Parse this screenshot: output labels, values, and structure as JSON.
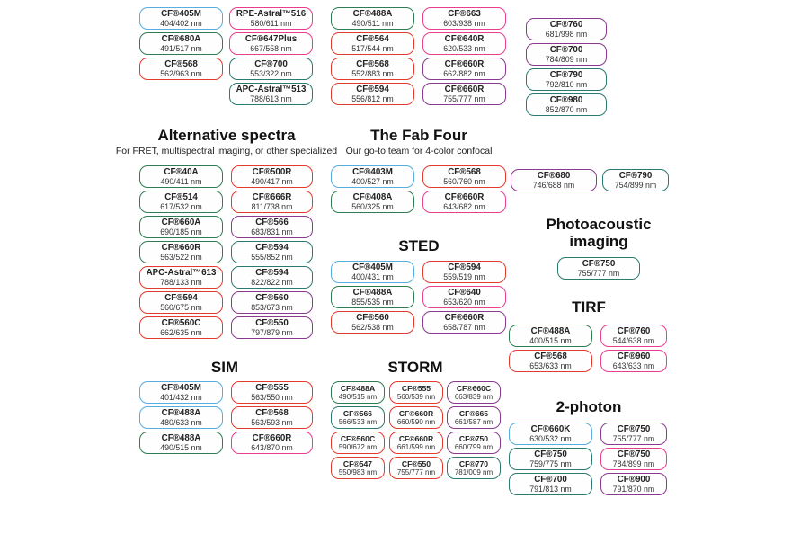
{
  "palette": {
    "blue": "#55ade0",
    "green": "#2e7d52",
    "teal": "#2b7a72",
    "red": "#e23b2e",
    "pink": "#e83e8e",
    "purple": "#883a8e"
  },
  "clusters": [
    {
      "name": "top-col-1",
      "boxes": [
        {
          "label": "CF®405M",
          "value": "404/402 nm",
          "color": "blue"
        },
        {
          "label": "CF®680A",
          "value": "491/517 nm",
          "color": "green"
        },
        {
          "label": "CF®568",
          "value": "562/963 nm",
          "color": "red"
        }
      ]
    },
    {
      "name": "top-col-2",
      "boxes": [
        {
          "label": "RPE-Astral™516",
          "value": "580/611 nm",
          "color": "pink"
        },
        {
          "label": "CF®647Plus",
          "value": "667/558 nm",
          "color": "pink"
        },
        {
          "label": "CF®700",
          "value": "553/322 nm",
          "color": "teal"
        },
        {
          "label": "APC-Astral™513",
          "value": "788/613 nm",
          "color": "teal"
        }
      ]
    },
    {
      "name": "top-col-3",
      "boxes": [
        {
          "label": "CF®488A",
          "value": "490/511 nm",
          "color": "green"
        },
        {
          "label": "CF®564",
          "value": "517/544 nm",
          "color": "red"
        },
        {
          "label": "CF®568",
          "value": "552/883 nm",
          "color": "red"
        },
        {
          "label": "CF®594",
          "value": "556/812 nm",
          "color": "red"
        }
      ]
    },
    {
      "name": "top-col-4",
      "boxes": [
        {
          "label": "CF®663",
          "value": "603/938 nm",
          "color": "pink"
        },
        {
          "label": "CF®640R",
          "value": "620/533 nm",
          "color": "pink"
        },
        {
          "label": "CF®660R",
          "value": "662/882 nm",
          "color": "purple"
        },
        {
          "label": "CF®660R",
          "value": "755/777 nm",
          "color": "purple"
        }
      ]
    },
    {
      "name": "top-col-5",
      "boxes": [
        {
          "label": "CF®760",
          "value": "681/998 nm",
          "color": "purple"
        },
        {
          "label": "CF®700",
          "value": "784/809 nm",
          "color": "purple"
        },
        {
          "label": "CF®790",
          "value": "792/810 nm",
          "color": "teal"
        },
        {
          "label": "CF®980",
          "value": "852/870 nm",
          "color": "teal"
        }
      ]
    },
    {
      "name": "alternative-spectra",
      "title": "Alternative spectra",
      "subtitle": "For FRET, multispectral imaging, or other specialized",
      "boxes": [
        {
          "label": "CF®40A",
          "value": "490/411 nm",
          "color": "green"
        },
        {
          "label": "CF®500R",
          "value": "490/417 nm",
          "color": "red"
        },
        {
          "label": "CF®514",
          "value": "617/532 nm",
          "color": "green"
        },
        {
          "label": "CF®666R",
          "value": "811/738 nm",
          "color": "red"
        },
        {
          "label": "CF®660A",
          "value": "690/185 nm",
          "color": "green"
        },
        {
          "label": "CF®566",
          "value": "683/831 nm",
          "color": "purple"
        },
        {
          "label": "CF®660R",
          "value": "563/522 nm",
          "color": "green"
        },
        {
          "label": "CF®594",
          "value": "555/852 nm",
          "color": "teal"
        },
        {
          "label": "APC-Astral™613",
          "value": "788/133 nm",
          "color": "red"
        },
        {
          "label": "CF®594",
          "value": "822/822 nm",
          "color": "teal"
        },
        {
          "label": "CF®594",
          "value": "560/675 nm",
          "color": "red"
        },
        {
          "label": "CF®560",
          "value": "853/673 nm",
          "color": "purple"
        },
        {
          "label": "CF®560C",
          "value": "662/635 nm",
          "color": "red"
        },
        {
          "label": "CF®550",
          "value": "797/879 nm",
          "color": "purple"
        }
      ]
    },
    {
      "name": "fab-four",
      "title": "The Fab Four",
      "subtitle": "Our go-to team for 4-color confocal",
      "boxes": [
        {
          "label": "CF®403M",
          "value": "400/527 nm",
          "color": "blue"
        },
        {
          "label": "CF®568",
          "value": "560/760 nm",
          "color": "red"
        },
        {
          "label": "CF®408A",
          "value": "560/325 nm",
          "color": "green"
        },
        {
          "label": "CF®660R",
          "value": "643/682 nm",
          "color": "pink"
        }
      ]
    },
    {
      "name": "cf680-side",
      "boxes": [
        {
          "label": "CF®680",
          "value": "746/688 nm",
          "color": "purple"
        }
      ]
    },
    {
      "name": "cf790-side",
      "boxes": [
        {
          "label": "CF®790",
          "value": "754/899 nm",
          "color": "teal"
        }
      ]
    },
    {
      "name": "photoacoustic",
      "title": "Photoacoustic imaging",
      "boxes": [
        {
          "label": "CF®750",
          "value": "755/777 nm",
          "color": "teal"
        }
      ]
    },
    {
      "name": "sted",
      "title": "STED",
      "boxes": [
        {
          "label": "CF®405M",
          "value": "400/431 nm",
          "color": "blue"
        },
        {
          "label": "CF®594",
          "value": "559/519 nm",
          "color": "red"
        },
        {
          "label": "CF®488A",
          "value": "855/535 nm",
          "color": "green"
        },
        {
          "label": "CF®640",
          "value": "653/620 nm",
          "color": "pink"
        },
        {
          "label": "CF®560",
          "value": "562/538 nm",
          "color": "red"
        },
        {
          "label": "CF®660R",
          "value": "658/787 nm",
          "color": "purple"
        }
      ]
    },
    {
      "name": "tirf",
      "title": "TIRF",
      "boxes": [
        {
          "label": "CF®488A",
          "value": "400/515 nm",
          "color": "green"
        },
        {
          "label": "CF®760",
          "value": "544/638 nm",
          "color": "pink"
        },
        {
          "label": "CF®568",
          "value": "653/633 nm",
          "color": "red"
        },
        {
          "label": "CF®960",
          "value": "643/633 nm",
          "color": "pink"
        }
      ]
    },
    {
      "name": "sim",
      "title": "SIM",
      "boxes": [
        {
          "label": "CF®405M",
          "value": "401/432 nm",
          "color": "blue"
        },
        {
          "label": "CF®555",
          "value": "563/550 nm",
          "color": "red"
        },
        {
          "label": "CF®488A",
          "value": "480/633 nm",
          "color": "blue"
        },
        {
          "label": "CF®568",
          "value": "563/593 nm",
          "color": "red"
        },
        {
          "label": "CF®488A",
          "value": "490/515 nm",
          "color": "green"
        },
        {
          "label": "CF®660R",
          "value": "643/870 nm",
          "color": "pink"
        }
      ]
    },
    {
      "name": "storm",
      "title": "STORM",
      "boxes": [
        {
          "label": "CF®488A",
          "value": "490/515 nm",
          "color": "green"
        },
        {
          "label": "CF®555",
          "value": "560/539 nm",
          "color": "red"
        },
        {
          "label": "CF®660C",
          "value": "663/839 nm",
          "color": "purple"
        },
        {
          "label": "CF®566",
          "value": "566/533 nm",
          "color": "teal"
        },
        {
          "label": "CF®660R",
          "value": "660/590 nm",
          "color": "red"
        },
        {
          "label": "CF®665",
          "value": "661/587 nm",
          "color": "purple"
        },
        {
          "label": "CF®560C",
          "value": "590/672 nm",
          "color": "red"
        },
        {
          "label": "CF®660R",
          "value": "661/599 nm",
          "color": "red"
        },
        {
          "label": "CF®750",
          "value": "660/799 nm",
          "color": "purple"
        },
        {
          "label": "CF®547",
          "value": "550/983 nm",
          "color": "red"
        },
        {
          "label": "CF®550",
          "value": "755/777 nm",
          "color": "red"
        },
        {
          "label": "CF®770",
          "value": "781/009 nm",
          "color": "teal"
        }
      ]
    },
    {
      "name": "two-photon",
      "title": "2-photon",
      "boxes": [
        {
          "label": "CF®660K",
          "value": "630/532 nm",
          "color": "blue"
        },
        {
          "label": "CF®750",
          "value": "755/777 nm",
          "color": "purple"
        },
        {
          "label": "CF®750",
          "value": "759/775 nm",
          "color": "teal"
        },
        {
          "label": "CF®750",
          "value": "784/899 nm",
          "color": "pink"
        },
        {
          "label": "CF®700",
          "value": "791/813 nm",
          "color": "teal"
        },
        {
          "label": "CF®900",
          "value": "791/870 nm",
          "color": "purple"
        }
      ]
    }
  ]
}
